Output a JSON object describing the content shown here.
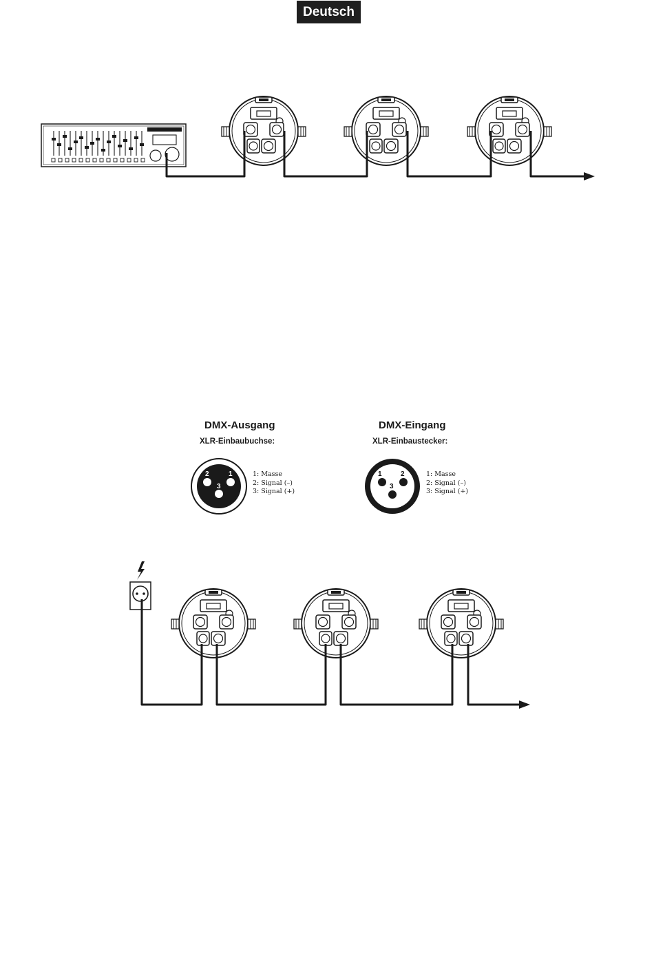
{
  "header": {
    "language_tab": "Deutsch"
  },
  "dmx_output": {
    "title": "DMX-Ausgang",
    "subtitle": "XLR-Einbaubuchse:",
    "pin_numbers": [
      "1",
      "2",
      "3"
    ],
    "pins": [
      "1: Masse",
      "2: Signal (–)",
      "3: Signal (+)"
    ]
  },
  "dmx_input": {
    "title": "DMX-Eingang",
    "subtitle": "XLR-Einbaustecker:",
    "pin_numbers": [
      "1",
      "2",
      "3"
    ],
    "pins": [
      "1: Masse",
      "2: Signal (–)",
      "3: Signal (+)"
    ]
  },
  "icons": {
    "top_diagram": [
      "dmx-controller-icon",
      "spotlight-icon",
      "arrow-right-icon"
    ],
    "bottom_diagram": [
      "lightning-bolt-icon",
      "power-outlet-icon",
      "spotlight-icon",
      "arrow-right-icon"
    ]
  },
  "colors": {
    "ink": "#1a1a1a",
    "badge_bg": "#1f1f1f",
    "badge_text": "#ffffff"
  }
}
